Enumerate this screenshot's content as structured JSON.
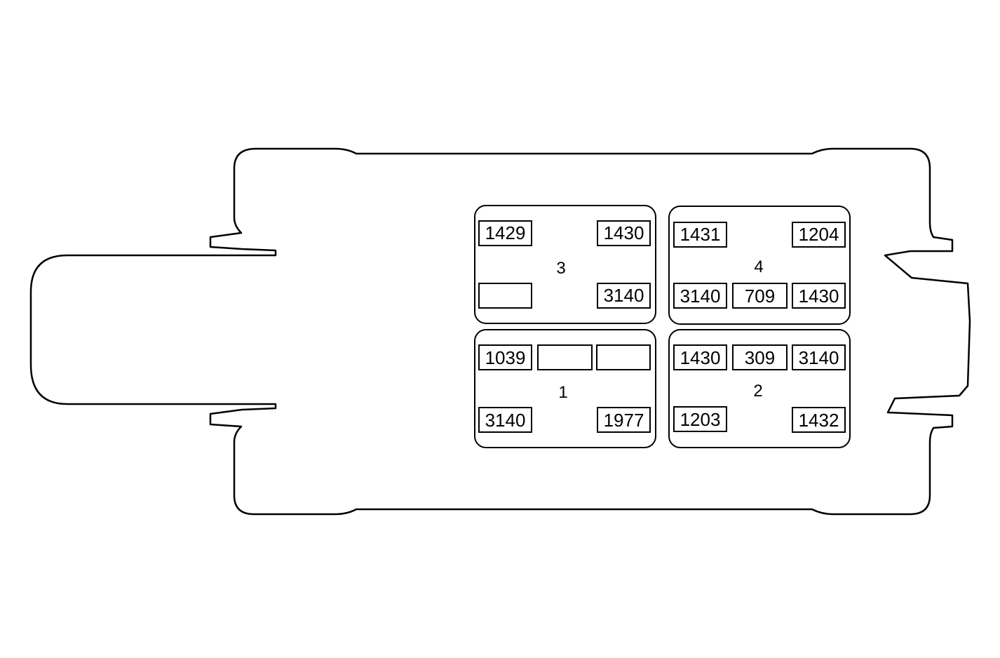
{
  "relay_blocks": [
    {
      "id": "3",
      "label": "3",
      "terminals": [
        {
          "slot": "top-left",
          "text": "1429"
        },
        {
          "slot": "top-right",
          "text": "1430"
        },
        {
          "slot": "bottom-left",
          "text": ""
        },
        {
          "slot": "bottom-right",
          "text": "3140"
        }
      ]
    },
    {
      "id": "4",
      "label": "4",
      "terminals": [
        {
          "slot": "top-left",
          "text": "1431"
        },
        {
          "slot": "top-right",
          "text": "1204"
        },
        {
          "slot": "bottom-left",
          "text": "3140"
        },
        {
          "slot": "bottom-center",
          "text": "709"
        },
        {
          "slot": "bottom-right",
          "text": "1430"
        }
      ]
    },
    {
      "id": "1",
      "label": "1",
      "terminals": [
        {
          "slot": "top-left",
          "text": "1039"
        },
        {
          "slot": "top-center",
          "text": ""
        },
        {
          "slot": "top-right",
          "text": ""
        },
        {
          "slot": "bottom-left",
          "text": "3140"
        },
        {
          "slot": "bottom-right",
          "text": "1977"
        }
      ]
    },
    {
      "id": "2",
      "label": "2",
      "terminals": [
        {
          "slot": "top-left",
          "text": "1430"
        },
        {
          "slot": "top-center",
          "text": "309"
        },
        {
          "slot": "top-right",
          "text": "3140"
        },
        {
          "slot": "bottom-left",
          "text": "1203"
        },
        {
          "slot": "bottom-right",
          "text": "1432"
        }
      ]
    }
  ]
}
